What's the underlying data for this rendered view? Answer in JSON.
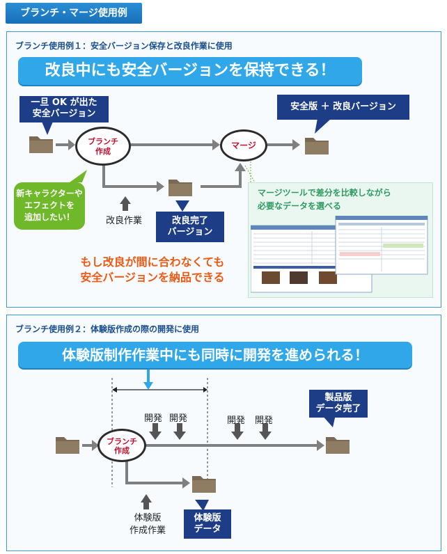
{
  "header": {
    "title": "ブランチ・マージ使用例"
  },
  "example1": {
    "title": "ブランチ使用例１：安全バージョン保存と改良作業に使用",
    "banner": "改良中にも安全バージョンを保持できる！",
    "ok_box": [
      "一旦 OK が出た",
      "安全バージョン"
    ],
    "safe_box": "安全版 ＋ 改良バージョン",
    "branch_node": [
      "ブランチ",
      "作成"
    ],
    "merge_node": "マージ",
    "bubble": [
      "新キャラクターや",
      "エフェクトを",
      "追加したい！"
    ],
    "work_label": "改良作業",
    "complete_box": [
      "改良完了",
      "バージョン"
    ],
    "orange_text": [
      "もし改良が間に合わなくても",
      "安全バージョンを納品できる"
    ],
    "callout": [
      "マージツールで差分を比較しながら",
      "必要なデータを選べる"
    ]
  },
  "example2": {
    "title": "ブランチ使用例２：体験版作成の際の開発に使用",
    "banner": "体験版制作作業中にも同時に開発を進められる！",
    "branch_node": [
      "ブランチ",
      "作成"
    ],
    "dev_labels": [
      "開発",
      "開発",
      "開発",
      "開発"
    ],
    "product_box": [
      "製品版",
      "データ完了"
    ],
    "trial_work_label": [
      "体験版",
      "作成作業"
    ],
    "trial_box": [
      "体験版",
      "データ"
    ]
  },
  "colors": {
    "navy": "#1d3e86",
    "banner": "#2fa7e8",
    "orange": "#ea5a14",
    "green": "#6fb82a",
    "folder": "#7a6a55",
    "crimson": "#c0102c"
  },
  "icons": [
    "folder-icon",
    "arrow-up-icon",
    "arrow-down-icon",
    "screenshot-thumbnail"
  ]
}
